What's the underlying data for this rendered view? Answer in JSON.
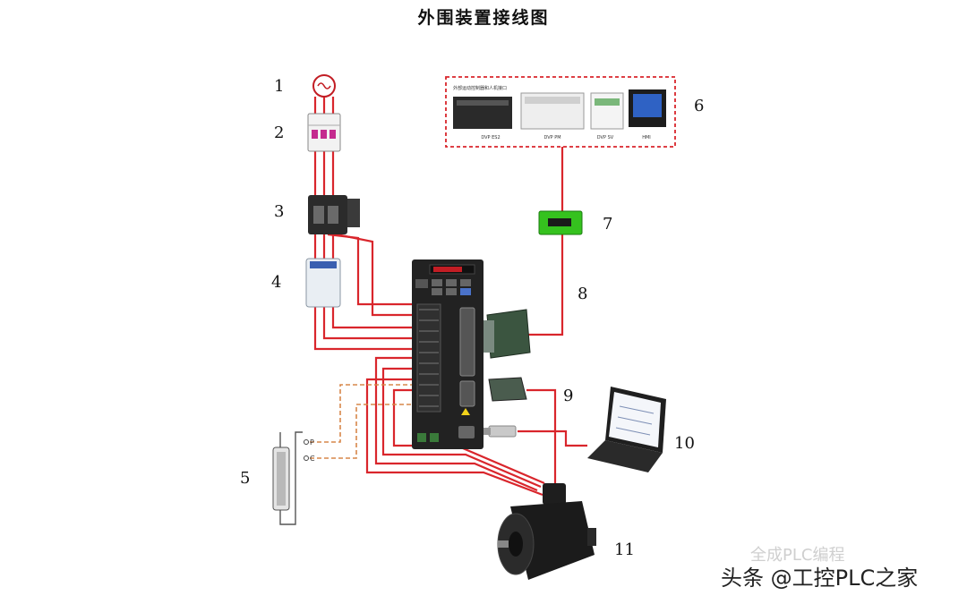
{
  "title": "外围装置接线图",
  "numbers": [
    "1",
    "2",
    "3",
    "4",
    "5",
    "6",
    "7",
    "8",
    "9",
    "10",
    "11"
  ],
  "controller_panel": {
    "caption": "外部运动控制器和人机接口",
    "devices": [
      "DVP ES2",
      "DVP PM",
      "DVP SV",
      "HMI"
    ]
  },
  "resistor_terminals": [
    "P",
    "C"
  ],
  "watermark": {
    "line1": "全成PLC编程",
    "line2": "头条 @工控PLC之家"
  },
  "colors": {
    "wire": "#d9262c",
    "dashed_wire": "#d7874a",
    "drive_body": "#222222",
    "converter": "#35c21e"
  }
}
